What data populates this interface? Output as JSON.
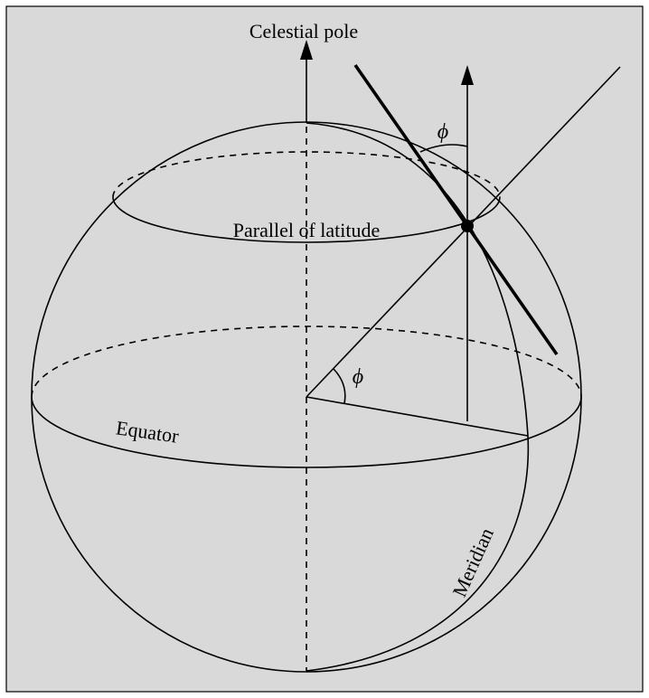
{
  "colors": {
    "panel_background": "#d9d9d9",
    "line": "#000000"
  },
  "labels": {
    "celestial_pole": "Celestial pole",
    "parallel_of_latitude": "Parallel of latitude",
    "equator": "Equator",
    "meridian": "Meridian",
    "phi_top": "ϕ",
    "phi_center": "ϕ"
  }
}
